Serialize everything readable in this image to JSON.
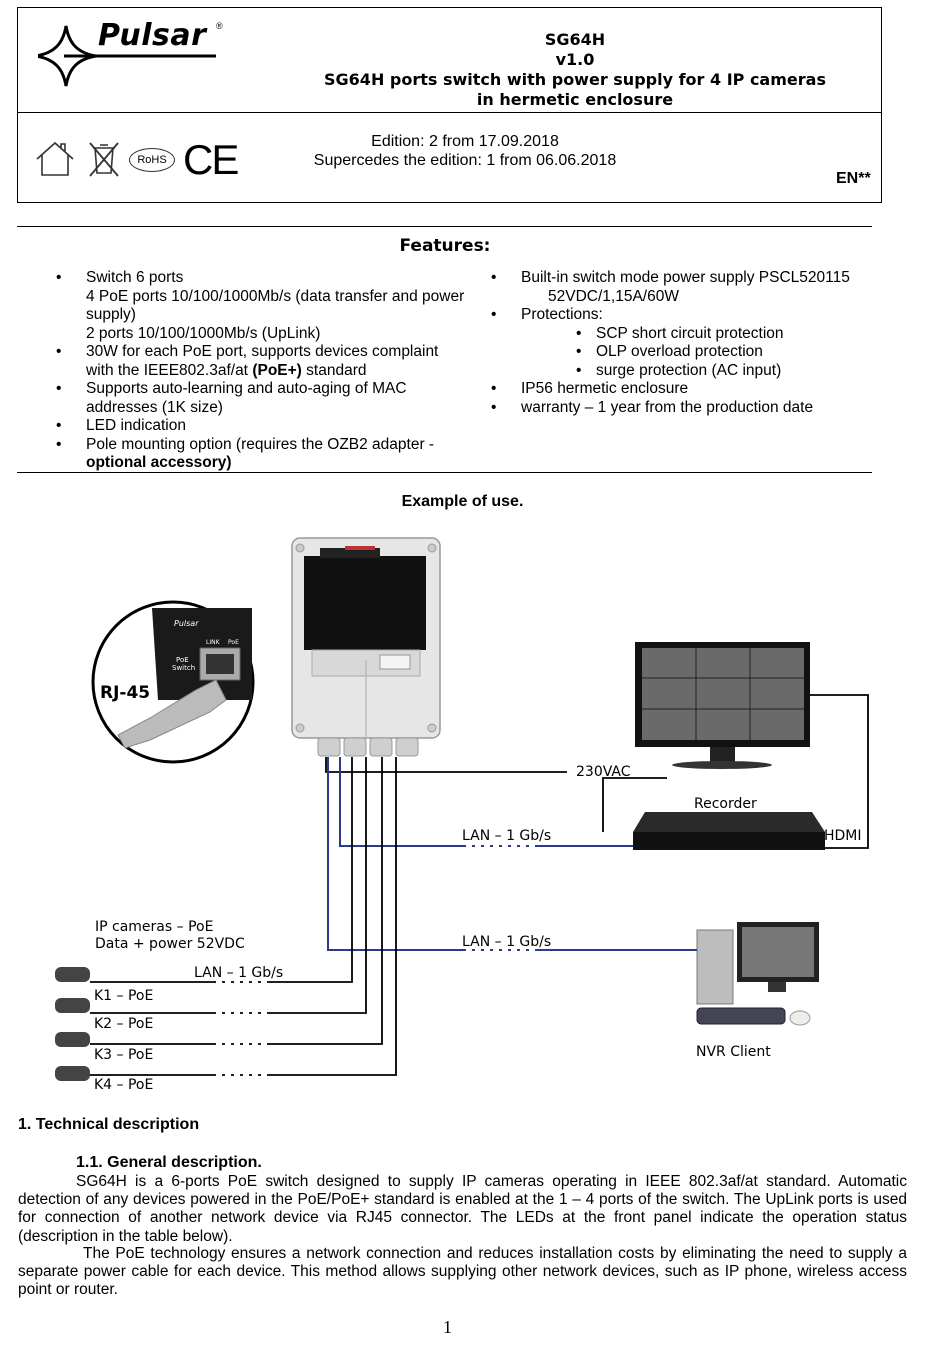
{
  "header": {
    "logo_text": "Pulsar",
    "logo_reg": "®",
    "model": "SG64H",
    "version": "v1.0",
    "title_line1": "SG64H ports switch with power supply for 4 IP cameras",
    "title_line2": "in hermetic enclosure",
    "edition": "Edition: 2 from 17.09.2018",
    "supercedes": "Supercedes the edition: 1 from 06.06.2018",
    "lang": "EN**",
    "rohs": "RoHS",
    "ce": "CE"
  },
  "features": {
    "heading": "Features:",
    "left": [
      {
        "lines": [
          "Switch 6 ports",
          "4 PoE ports 10/100/1000Mb/s (data transfer and power",
          "supply)",
          "2 ports 10/100/1000Mb/s (UpLink)"
        ]
      },
      {
        "line1": "30W for each PoE port, supports devices complaint",
        "line2_pre": "with the IEEE802.3af/at ",
        "line2_bold": "(PoE+)",
        "line2_post": " standard"
      },
      {
        "lines": [
          "Supports auto-learning and auto-aging of MAC",
          "addresses (1K size)"
        ]
      },
      {
        "lines": [
          "LED indication"
        ]
      },
      {
        "line1": "Pole mounting option (requires the OZB2 adapter -",
        "line2_bold": "optional accessory)"
      }
    ],
    "right": {
      "psu_line1": "Built-in switch mode power supply PSCL520115",
      "psu_line2": "52VDC/1,15A/60W",
      "protections": "Protections:",
      "prot_items": [
        "SCP short circuit protection",
        "OLP overload protection",
        "surge protection (AC input)"
      ],
      "enclosure": "IP56 hermetic enclosure",
      "warranty": "warranty – 1 year from the production date"
    }
  },
  "example": {
    "heading": "Example of use.",
    "rj45": "RJ-45",
    "vac": "230VAC",
    "recorder": "Recorder",
    "hdmi": "HDMI",
    "lan1": "LAN – 1 Gb/s",
    "lan2": "LAN – 1 Gb/s",
    "lan3": "LAN – 1 Gb/s",
    "cams_line1": "IP cameras – PoE",
    "cams_line2": "Data + power 52VDC",
    "k1": "K1 – PoE",
    "k2": "K2 – PoE",
    "k3": "K3 – PoE",
    "k4": "K4 – PoE",
    "nvr": "NVR Client",
    "port_link": "LINK",
    "port_poe": "PoE",
    "switch_label_1": "PoE",
    "switch_label_2": "Switch",
    "switch_brand": "Pulsar"
  },
  "section1": {
    "heading": "1.  Technical description",
    "sub_heading": "1.1. General description.",
    "p1": "SG64H is a 6-ports PoE switch designed to supply IP cameras operating in IEEE 802.3af/at standard. Automatic detection of any devices powered in the PoE/PoE+ standard is enabled at the 1 – 4 ports of the switch. The UpLink ports is used for connection of another network device via RJ45 connector. The LEDs at the front panel indicate the operation status (description in the table below).",
    "p2": "The PoE technology ensures a network connection and reduces installation costs by eliminating the need to supply a separate power cable for each device. This method allows supplying other network devices, such as IP phone, wireless access point or router."
  },
  "page_number": "1"
}
